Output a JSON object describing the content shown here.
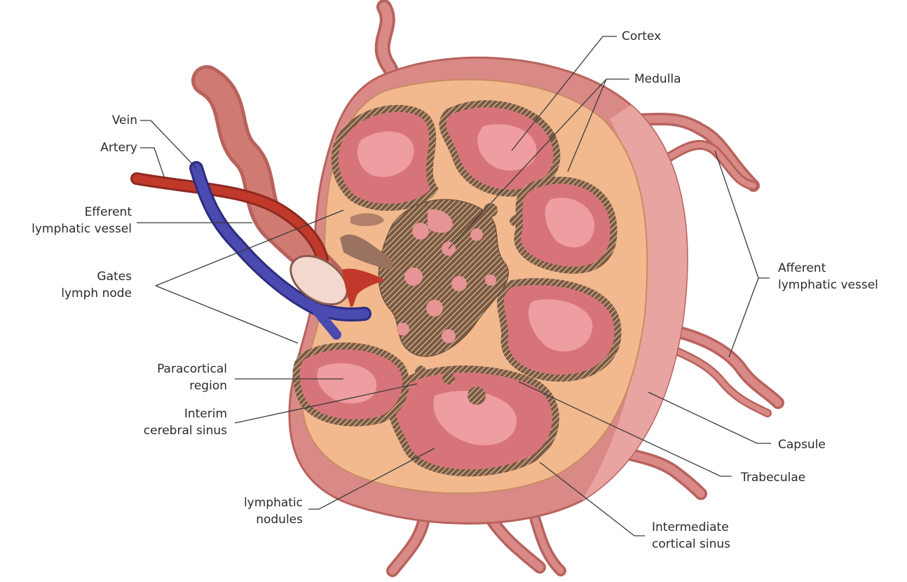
{
  "labels": {
    "cortex": "Cortex",
    "medulla": "Medulla",
    "vein": "Vein",
    "artery": "Artery",
    "efferent_1": "Efferent",
    "efferent_2": "lymphatic vessel",
    "gates_1": "Gates",
    "gates_2": "lymph node",
    "afferent_1": "Afferent",
    "afferent_2": "lymphatic vessel",
    "paracortical_1": "Paracortical",
    "paracortical_2": "region",
    "interim_1": "Interim",
    "interim_2": "cerebral sinus",
    "capsule": "Capsule",
    "trabeculae": "Trabeculae",
    "nodules_1": "lymphatic",
    "nodules_2": "nodules",
    "intermediate_1": "Intermediate",
    "intermediate_2": "cortical sinus"
  },
  "colors": {
    "capsule": "#d98a86",
    "capsule_edge": "#b8625d",
    "cortex_fill": "#f1b98d",
    "nodule": "#d7747a",
    "nodule_light": "#ee9da0",
    "medulla_brown": "#7b5a45",
    "vein": "#4a4ab0",
    "artery": "#c0392b",
    "vessel": "#cf7b72"
  }
}
